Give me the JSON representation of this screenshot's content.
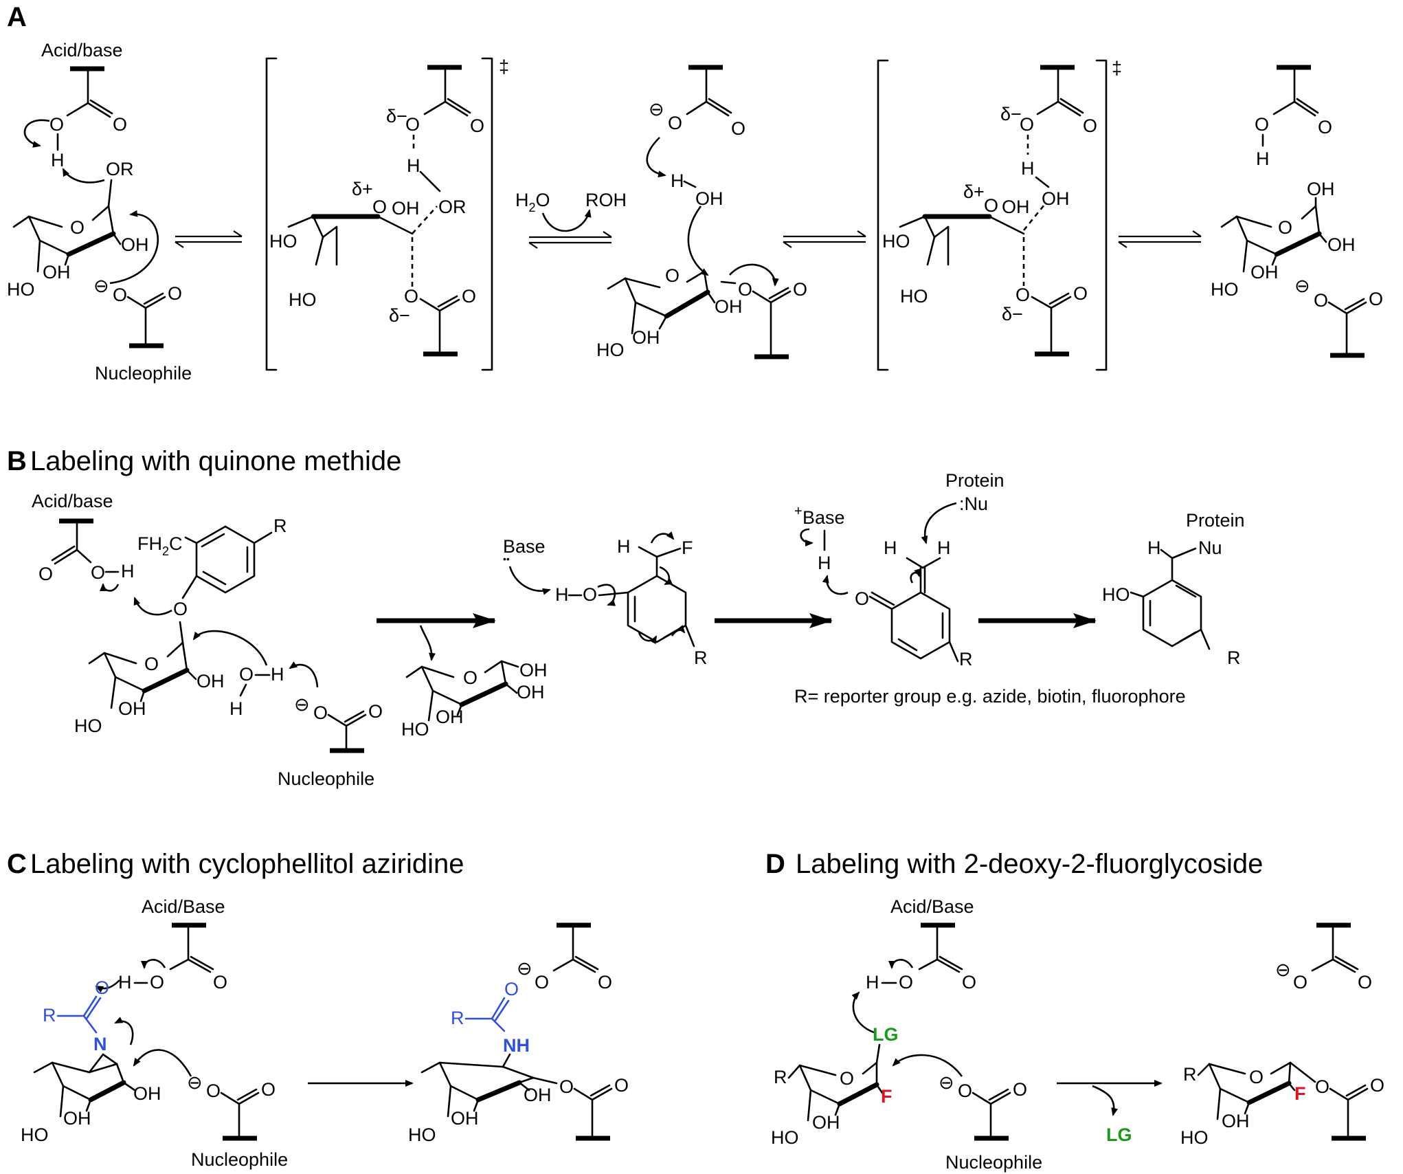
{
  "panels": {
    "a": {
      "letter": "A"
    },
    "b": {
      "letter": "B",
      "title": "Labeling with quinone methide"
    },
    "c": {
      "letter": "C",
      "title": "Labeling with cyclophellitol aziridine"
    },
    "d": {
      "letter": "D",
      "title": "Labeling with 2-deoxy-2-fluorglycoside"
    }
  },
  "labels": {
    "acid_base": "Acid/base",
    "acid_base_cap": "Acid/Base",
    "nucleophile": "Nucleophile",
    "protein": "Protein",
    "nu": "Nu",
    "nu_lone": ":Nu",
    "base": "Base",
    "base_plus": "+",
    "lone_pair": "••",
    "reporter_note": "R= reporter group e.g. azide, biotin, fluorophore",
    "h2o": "H",
    "h2o_sub": "2",
    "h2o_o": "O",
    "roh": "ROH",
    "dagger": "‡",
    "delta_minus": "δ−",
    "delta_plus": "δ+",
    "fh2c": "FH",
    "fh2c_sub": "2",
    "fh2c_c": "C",
    "lg": "LG",
    "nh": "NH",
    "n": "N"
  },
  "atoms": {
    "o": "O",
    "h": "H",
    "oh": "OH",
    "ho": "HO",
    "or": "OR",
    "r": "R",
    "f": "F",
    "minus": "⊖"
  },
  "colors": {
    "acyl_group": "#2e4fe0",
    "leaving_group": "#1a9a1a",
    "fluorine": "#e0121e"
  }
}
